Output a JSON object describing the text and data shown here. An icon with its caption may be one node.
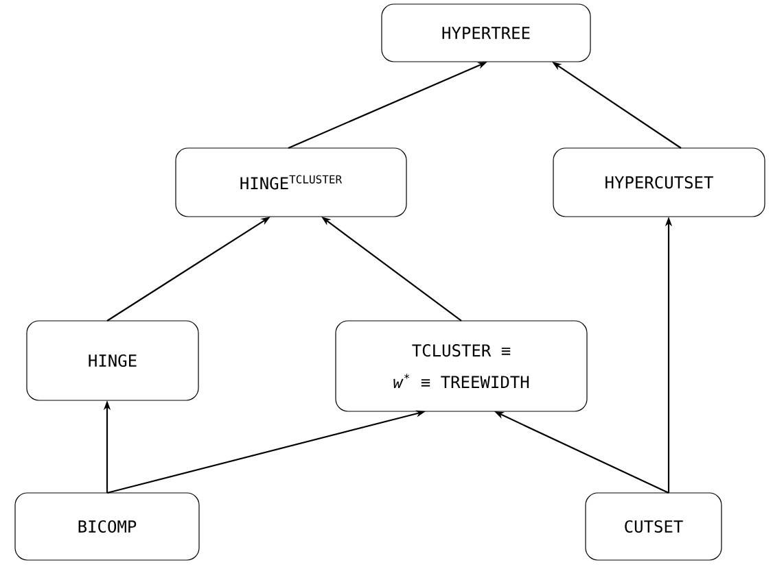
{
  "diagram": {
    "nodes": [
      {
        "text": [
          "HYPERTREE"
        ]
      },
      {
        "text": [
          "HINGE$^{TCLUSTER}$"
        ]
      },
      {
        "text": [
          "HYPERCUTSET"
        ]
      },
      {
        "text": [
          "HINGE"
        ]
      },
      {
        "text": [
          "TCLUSTER ≡",
          "*w*$^{*}$ ≡ TREEWIDTH"
        ]
      },
      {
        "text": [
          "BICOMP"
        ]
      },
      {
        "text": [
          "CUTSET"
        ]
      }
    ],
    "edges": [
      {
        "from": 5,
        "to": 3,
        "arrow": "to"
      },
      {
        "from": 5,
        "to": 4,
        "arrow": "to"
      },
      {
        "from": 6,
        "to": 4,
        "arrow": "to"
      },
      {
        "from": 6,
        "to": 2,
        "arrow": "to"
      },
      {
        "from": 3,
        "to": 1,
        "arrow": "to"
      },
      {
        "from": 4,
        "to": 1,
        "arrow": "to"
      },
      {
        "from": 1,
        "to": 0,
        "arrow": "to"
      },
      {
        "from": 2,
        "to": 0,
        "arrow": "to"
      }
    ]
  }
}
